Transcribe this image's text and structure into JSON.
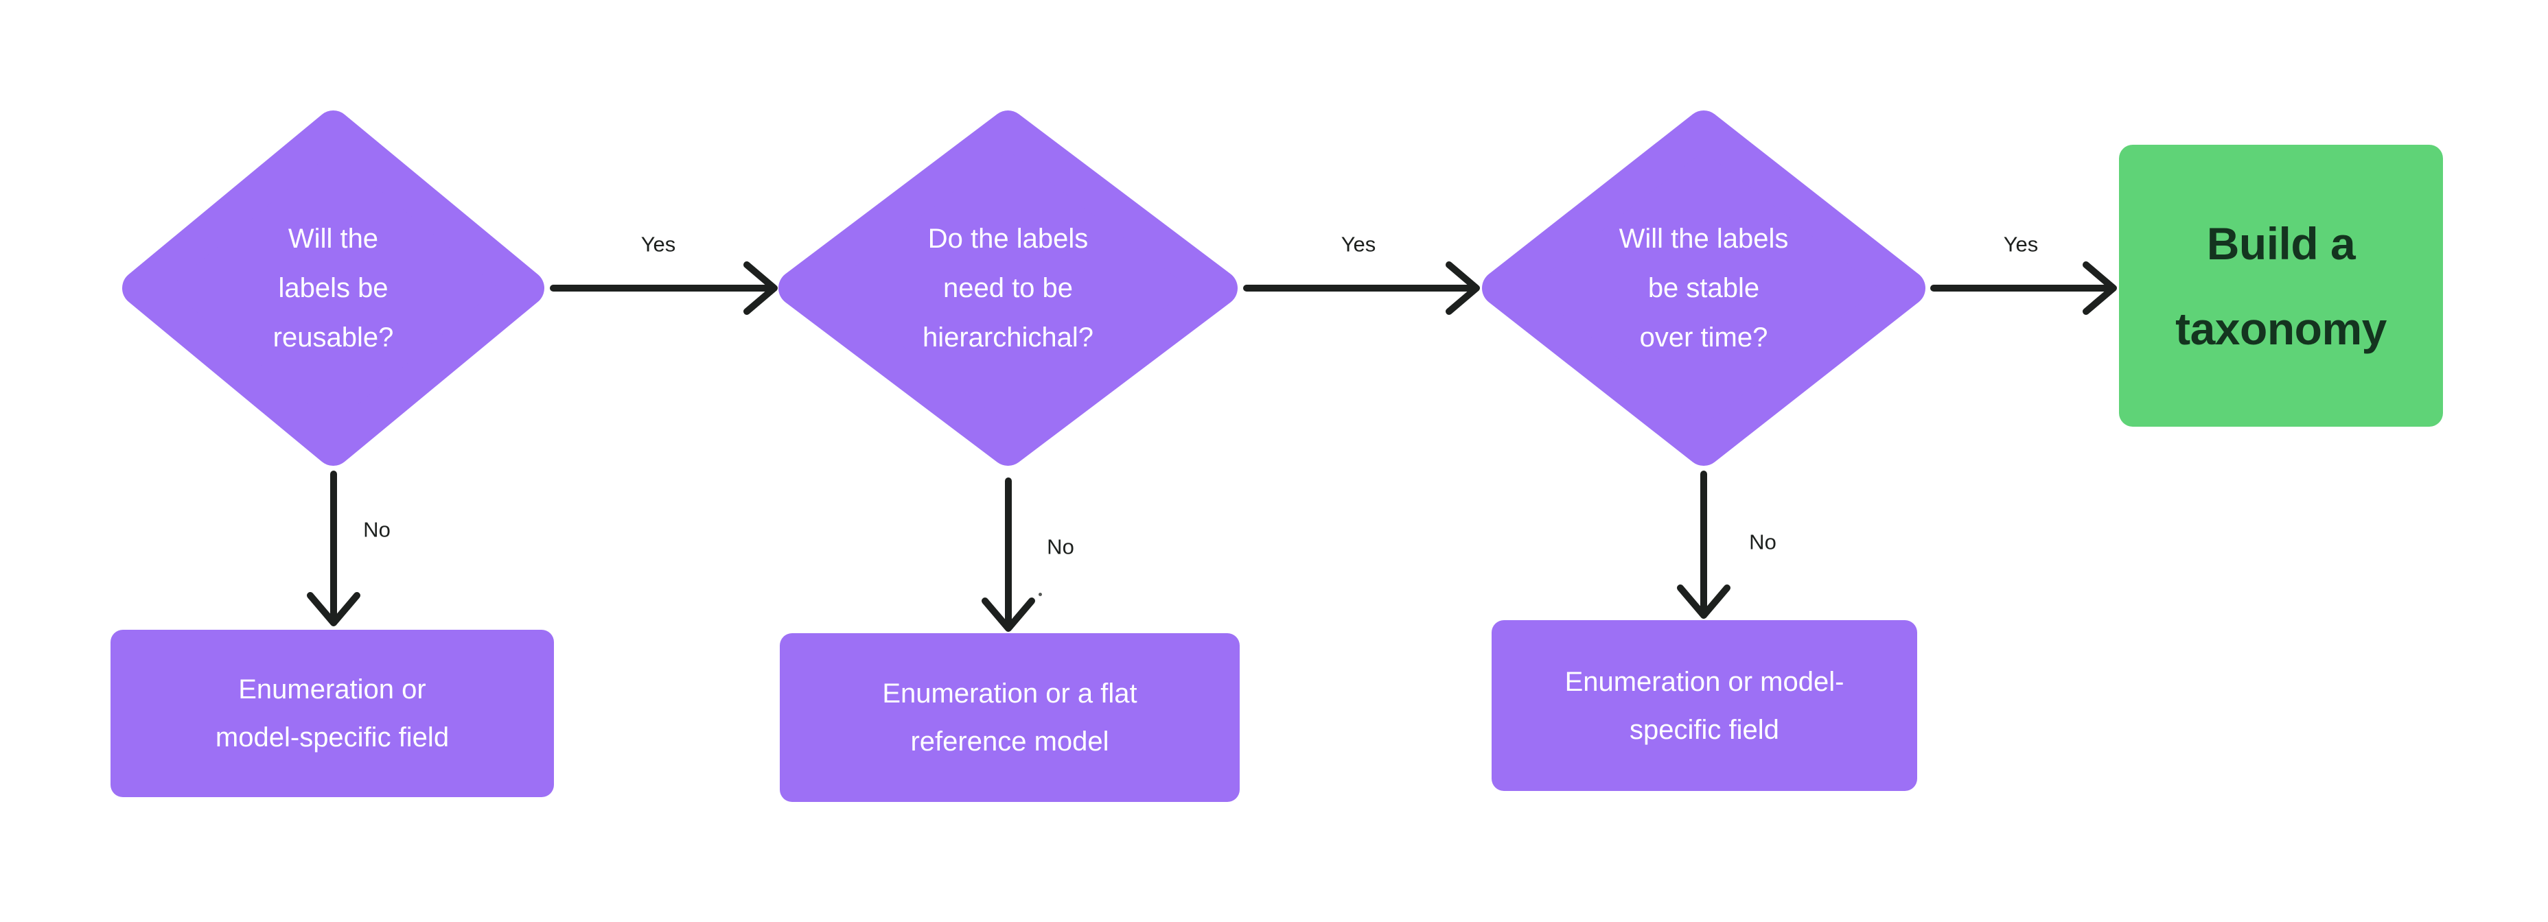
{
  "colors": {
    "node_purple": "#9D70F5",
    "node_green": "#5FD377",
    "arrow": "#1D201E",
    "text_light": "#FFFFFF",
    "text_dark": "#14341F",
    "bg": "#FFFFFF"
  },
  "flowchart": {
    "decisions": [
      {
        "label": "Will the\nlabels be\nreusable?"
      },
      {
        "label": "Do the labels\nneed to be\nhierarchichal?"
      },
      {
        "label": "Will the labels\nbe stable\nover time?"
      }
    ],
    "outcomes": [
      {
        "label": "Enumeration or\nmodel-specific field"
      },
      {
        "label": "Enumeration or a flat\nreference model"
      },
      {
        "label": "Enumeration or model-\nspecific field"
      }
    ],
    "terminal": {
      "label": "Build a\ntaxonomy"
    },
    "edge_labels": {
      "yes1": "Yes",
      "yes2": "Yes",
      "yes3": "Yes",
      "no1": "No",
      "no2": "No",
      "no3": "No"
    }
  }
}
